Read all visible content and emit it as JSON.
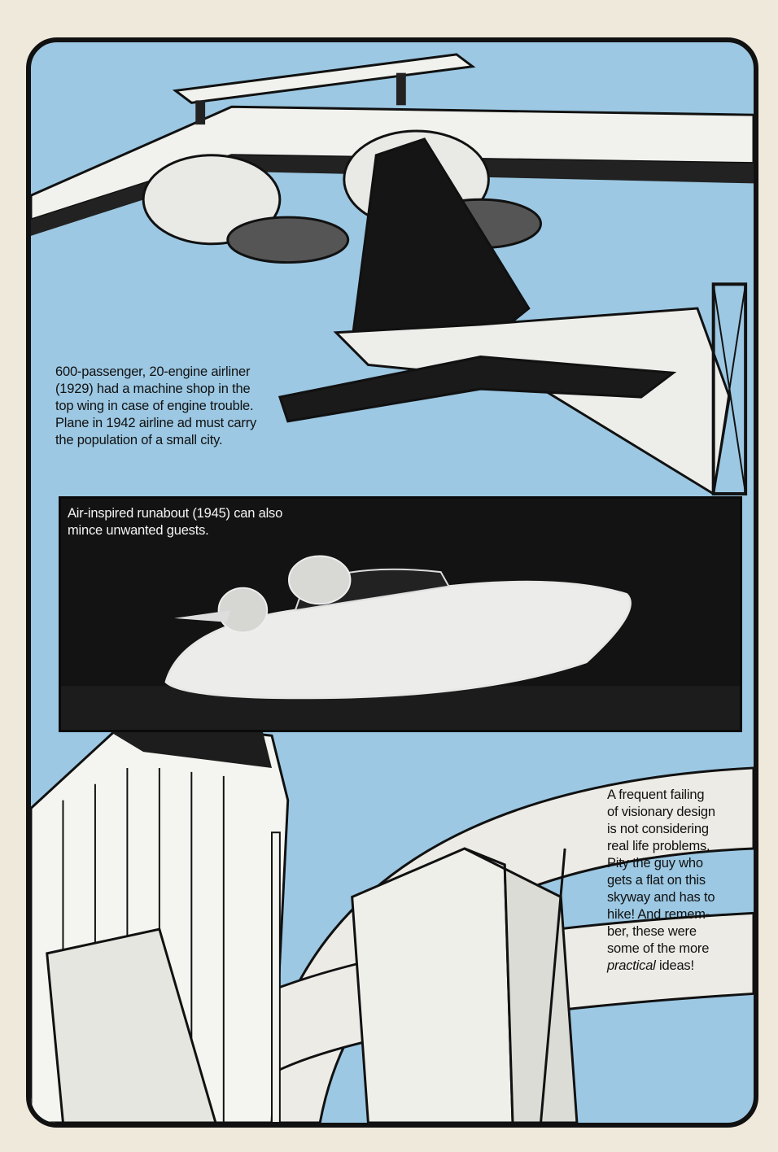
{
  "captions": {
    "airliner": "600-passenger, 20-engine airliner (1929) had a machine shop in the top wing in case of engine trouble. Plane in 1942 airline ad must carry the population of a small city.",
    "runabout": "Air-inspired runabout (1945) can also mince unwanted guests.",
    "skyway_lines": [
      "A frequent failing",
      "of visionary design",
      "is not considering",
      "real life problems.",
      "Pity the guy who",
      "gets a flat on this",
      "skyway and has to",
      "hike! And remem-",
      "ber, these were",
      "some of the more"
    ],
    "skyway_emphasis": "practical",
    "skyway_end": " ideas!"
  },
  "colors": {
    "sky": "#9cc8e3",
    "ink": "#111111",
    "paper": "#efe9dc"
  }
}
